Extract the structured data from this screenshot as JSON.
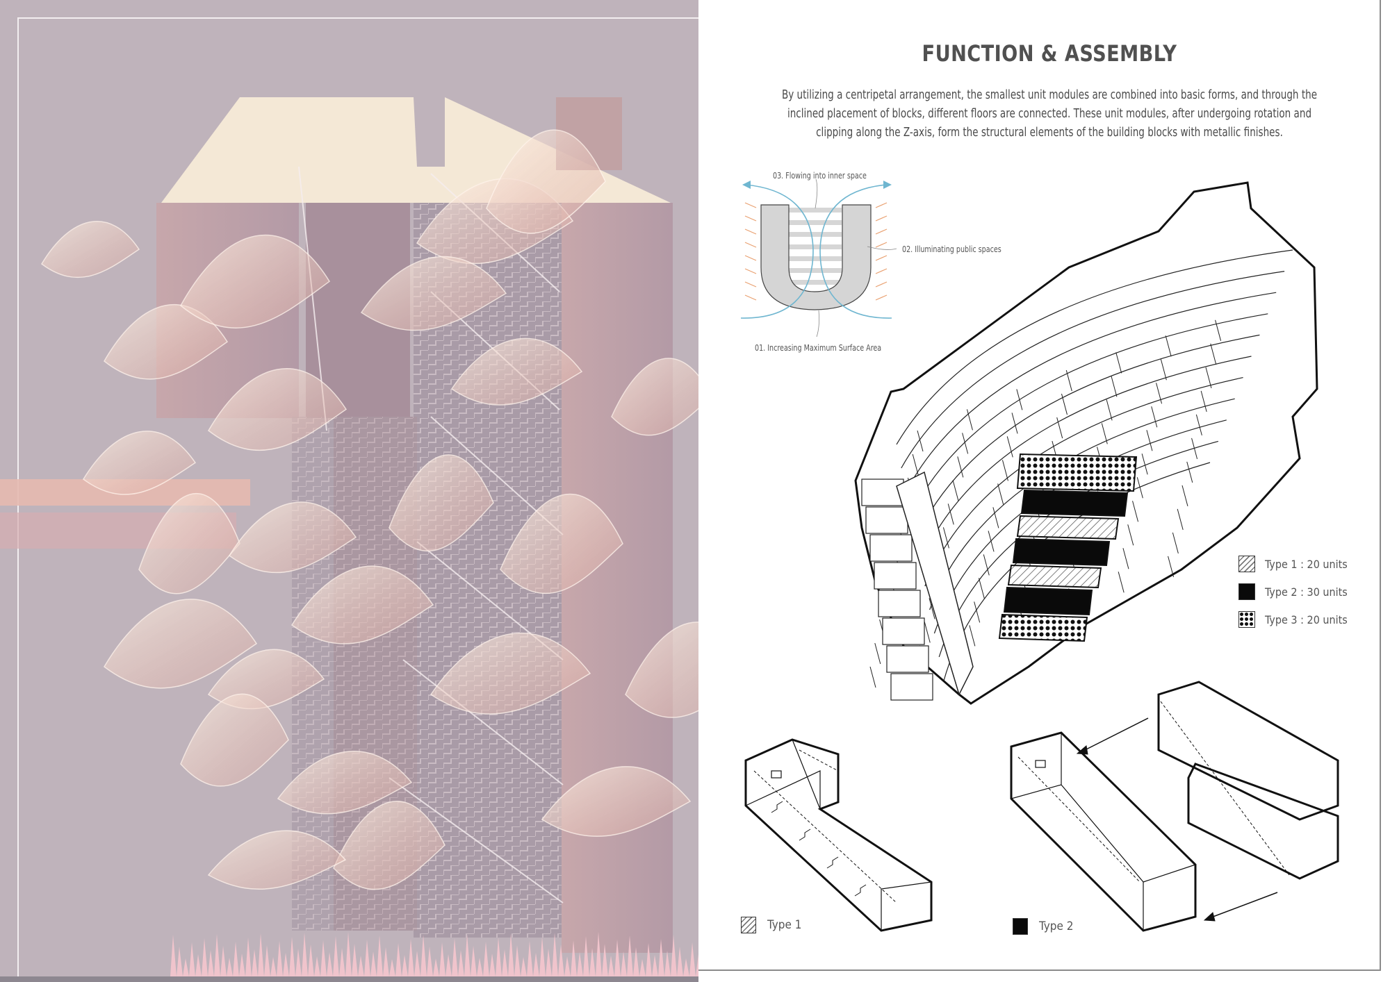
{
  "page": {
    "title": "FUNCTION & ASSEMBLY",
    "description": "By utilizing a centripetal arrangement, the smallest unit modules are combined into basic forms, and through the inclined placement of blocks, different floors are connected. These unit modules, after undergoing rotation and clipping along the Z-axis, form the structural elements of the building blocks with metallic finishes."
  },
  "concept_diagram": {
    "label_03": "03. Flowing into inner space",
    "label_02": "02. Illuminating public spaces",
    "label_01": "01. Increasing Maximum Surface Area"
  },
  "legend": [
    {
      "label": "Type 1 : 20 units",
      "pattern": "hatch"
    },
    {
      "label": "Type 2 : 30 units",
      "pattern": "black"
    },
    {
      "label": "Type 3 : 20 units",
      "pattern": "dots"
    }
  ],
  "modules": {
    "type1_label": "Type 1",
    "type2_label": "Type 2"
  },
  "colors": {
    "left_bg": "#bfb3bb",
    "ribbon": "#f3d9cc",
    "cream": "#f4e8d6",
    "flow_arrow": "#6fb6d0",
    "text": "#505050"
  }
}
